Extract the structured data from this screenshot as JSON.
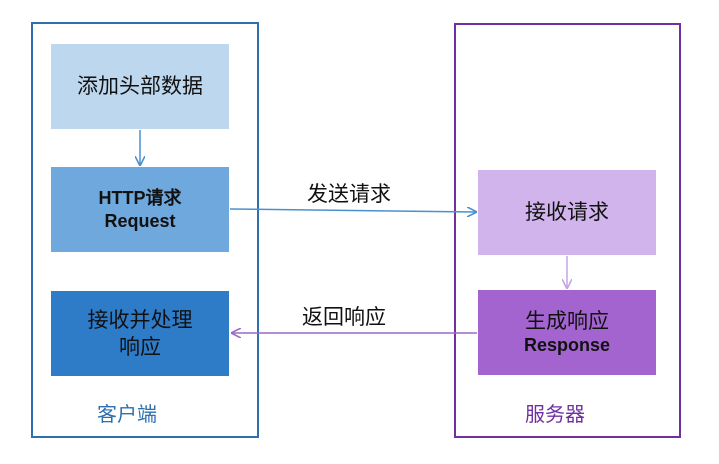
{
  "client": {
    "title": "客户端",
    "add_headers": "添加头部数据",
    "http_request_line1": "HTTP请求",
    "http_request_line2": "Request",
    "receive_process_line1": "接收并处理",
    "receive_process_line2": "响应"
  },
  "server": {
    "title": "服务器",
    "receive_request": "接收请求",
    "generate_response_line1": "生成响应",
    "generate_response_line2": "Response"
  },
  "flows": {
    "send_request": "发送请求",
    "return_response": "返回响应"
  },
  "colors": {
    "client_accent": "#2e6fb0",
    "server_accent": "#7030a0"
  }
}
